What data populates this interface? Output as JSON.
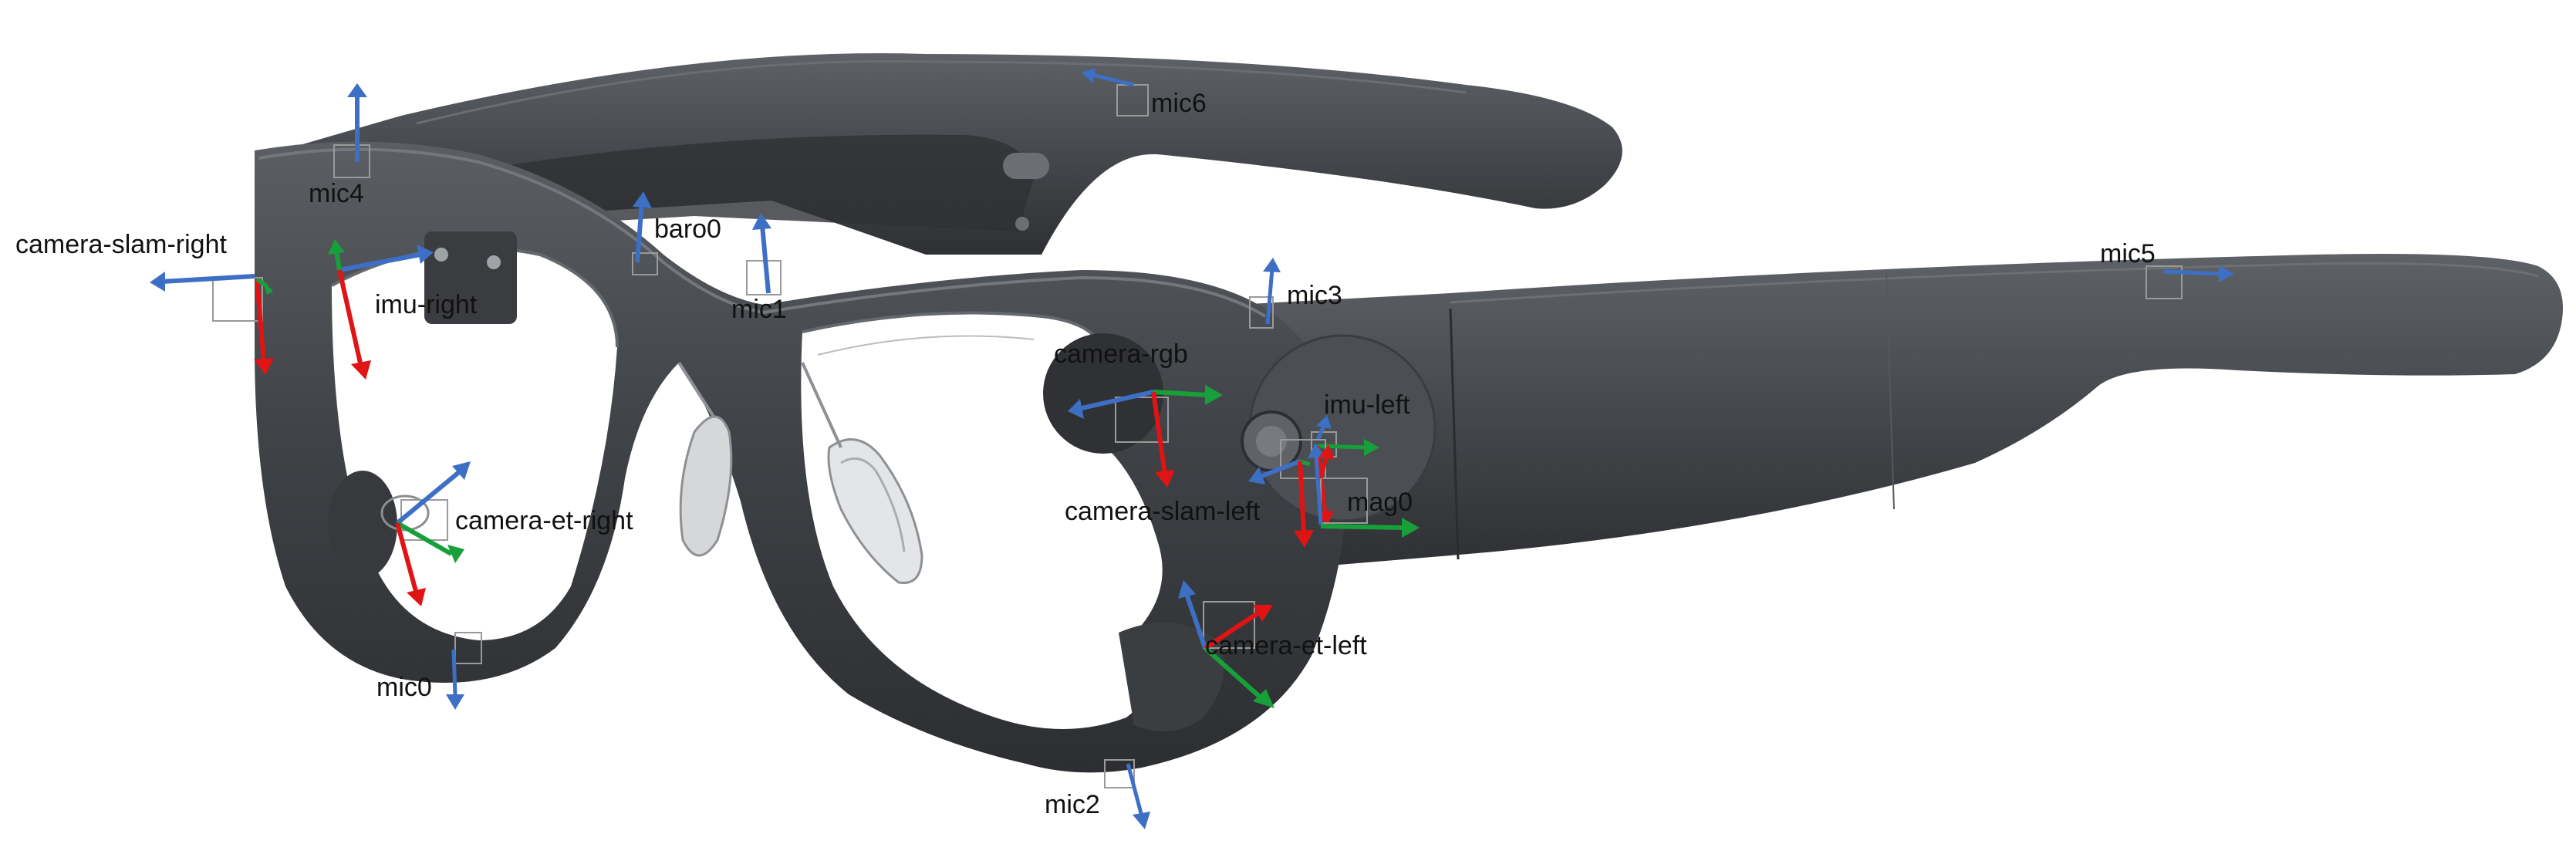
{
  "colors": {
    "background": "#ffffff",
    "frame": "#404347",
    "frame_dark": "#2f3134",
    "frame_light": "#5a5e63",
    "axis_x": "#e01414",
    "axis_y": "#17a03a",
    "axis_z": "#3d6fc4",
    "sensor_box": "#9a9a9a",
    "label": "#111111"
  },
  "labels": {
    "mic4": "mic4",
    "mic6": "mic6",
    "baro0": "baro0",
    "camera_slam_right": "camera-slam-right",
    "imu_right": "imu-right",
    "mic1": "mic1",
    "mic3": "mic3",
    "mic5": "mic5",
    "camera_rgb": "camera-rgb",
    "imu_left": "imu-left",
    "mag0": "mag0",
    "camera_slam_left": "camera-slam-left",
    "camera_et_right": "camera-et-right",
    "camera_et_left": "camera-et-left",
    "mic0": "mic0",
    "mic2": "mic2"
  }
}
